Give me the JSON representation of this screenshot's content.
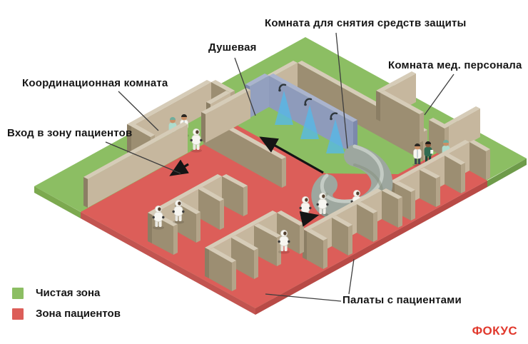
{
  "diagram": {
    "labels": {
      "removal_room": "Комната для снятия средств защиты",
      "shower": "Душевая",
      "staff_room": "Комната мед. персонала",
      "coordination_room": "Координационная комната",
      "patient_zone_entrance": "Вход в зону пациентов",
      "patient_wards": "Палаты с пациентами"
    },
    "zones": {
      "clean_zone_color": "#8CBE63",
      "patient_zone_color": "#DC5E59",
      "wall_color": "#C6B79E",
      "shower_wall_color": "#8E9BBB",
      "spray_color": "#55B9E8",
      "arrow_color": "#151515"
    }
  },
  "legend": {
    "items": [
      {
        "label": "Чистая зона",
        "color": "#8CBE63"
      },
      {
        "label": "Зона пациентов",
        "color": "#DC5E59"
      }
    ]
  },
  "branding": {
    "logo": "ФОКУС",
    "color": "#E1392D"
  }
}
